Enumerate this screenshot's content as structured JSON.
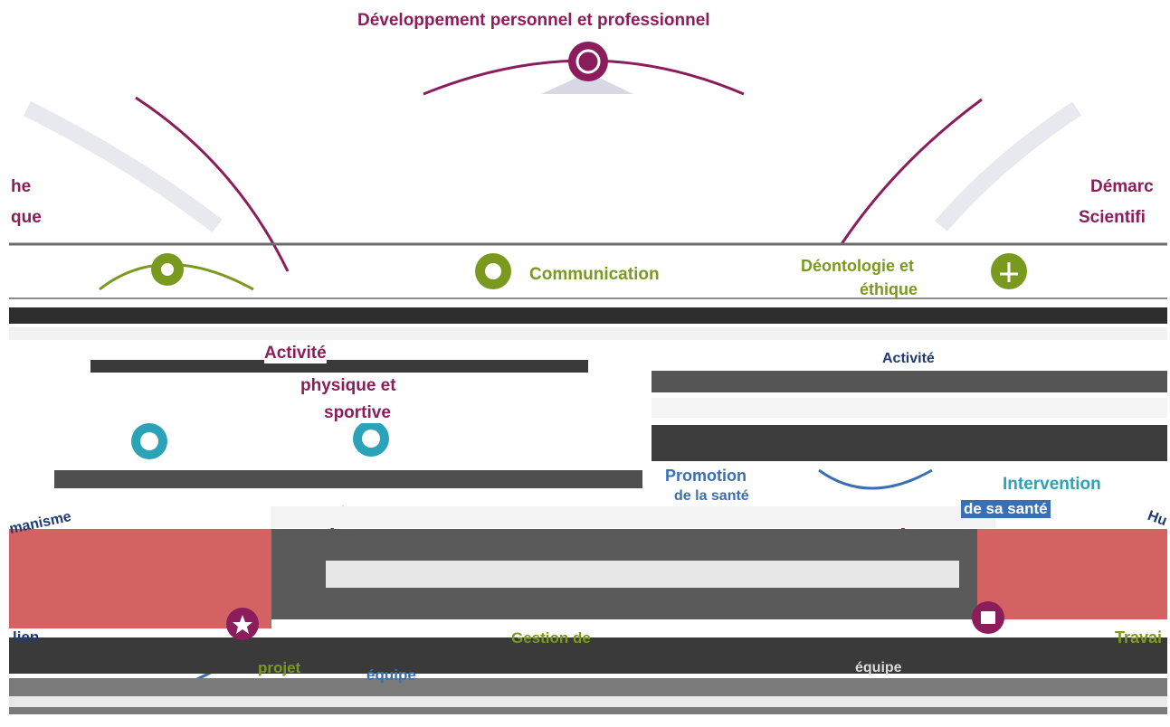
{
  "colors": {
    "purple": "#8b1d5c",
    "green": "#7a9a1f",
    "blue": "#3a6fb3",
    "navy": "#1f3b73",
    "teal": "#2aa3b8",
    "red": "#e06a6a",
    "gray": "#4a4a4a"
  },
  "titles": {
    "top": "Développement personnel et professionnel",
    "left_1": "he",
    "left_2": "que",
    "right_1": "Démarc",
    "right_2": "Scientifi"
  },
  "center_labels": {
    "communication": "Communication",
    "deontologie_1": "Déontologie et",
    "deontologie_2": "éthique",
    "activite_1": "Activité",
    "activite_2": "physique et",
    "activite_3": "sportive",
    "activite_right": "Activité",
    "promotion": "Promotion",
    "de_la_sante_left": "de la santé",
    "intervention": "Intervention",
    "de_la_sante_right": "de sa santé",
    "humanisme": "manisme",
    "human_right": "Hu",
    "lien": "lien",
    "gestion": "Gestion de",
    "projet": "projet",
    "equipe": "équipe",
    "travail": "Travai",
    "equipe_right": "équipe"
  },
  "icons": [
    "gear-icon",
    "speech-bubble-icon",
    "scale-icon",
    "globe-icon",
    "people-icon",
    "star-icon",
    "project-icon"
  ]
}
